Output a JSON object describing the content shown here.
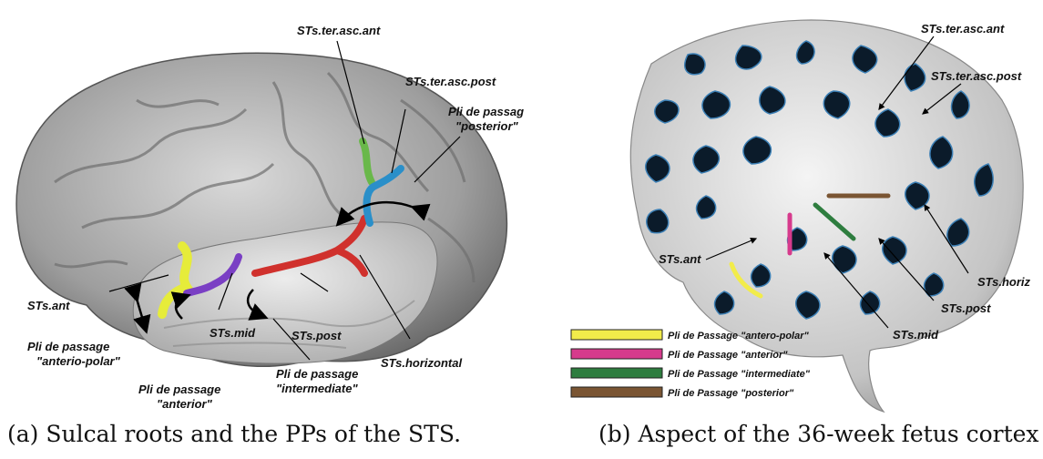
{
  "panel_a": {
    "labels": {
      "ter_asc_ant": "STs.ter.asc.ant",
      "ter_asc_post": "STs.ter.asc.post",
      "pp_posterior_1": "Pli de passage",
      "pp_posterior_2": "\"posterior\"",
      "sts_ant": "STs.ant",
      "sts_mid": "STs.mid",
      "sts_post": "STs.post",
      "sts_horizontal": "STs.horizontal",
      "pp_anteriopolar_1": "Pli de passage",
      "pp_anteriopolar_2": "\"anterio-polar\"",
      "pp_anterior_1": "Pli de passage",
      "pp_anterior_2": "\"anterior\"",
      "pp_intermediate_1": "Pli de passage",
      "pp_intermediate_2": "\"intermediate\""
    },
    "caption": "(a) Sulcal roots and the PPs of the STS."
  },
  "panel_b": {
    "labels": {
      "ter_asc_ant": "STs.ter.asc.ant",
      "ter_asc_post": "STs.ter.asc.post",
      "sts_ant": "STs.ant",
      "sts_horiz": "STs.horiz",
      "sts_post": "STs.post",
      "sts_mid": "STs.mid"
    },
    "legend": [
      {
        "label": "Pli de Passage \"antero-polar\"",
        "color": "#f2ec4a"
      },
      {
        "label": "Pli de Passage \"anterior\"",
        "color": "#d63a8c"
      },
      {
        "label": "Pli de Passage \"intermediate\"",
        "color": "#2e7d3f"
      },
      {
        "label": "Pli de Passage \"posterior\"",
        "color": "#7a5533"
      }
    ],
    "caption": "(b) Aspect of the 36-week fetus cortex"
  },
  "colors": {
    "sts_ant": "#e6ec3a",
    "sts_mid": "#7a3fc4",
    "sts_horizontal": "#d0312d",
    "ter_asc_ant": "#69b84a",
    "ter_asc_post": "#2a8fc9"
  }
}
